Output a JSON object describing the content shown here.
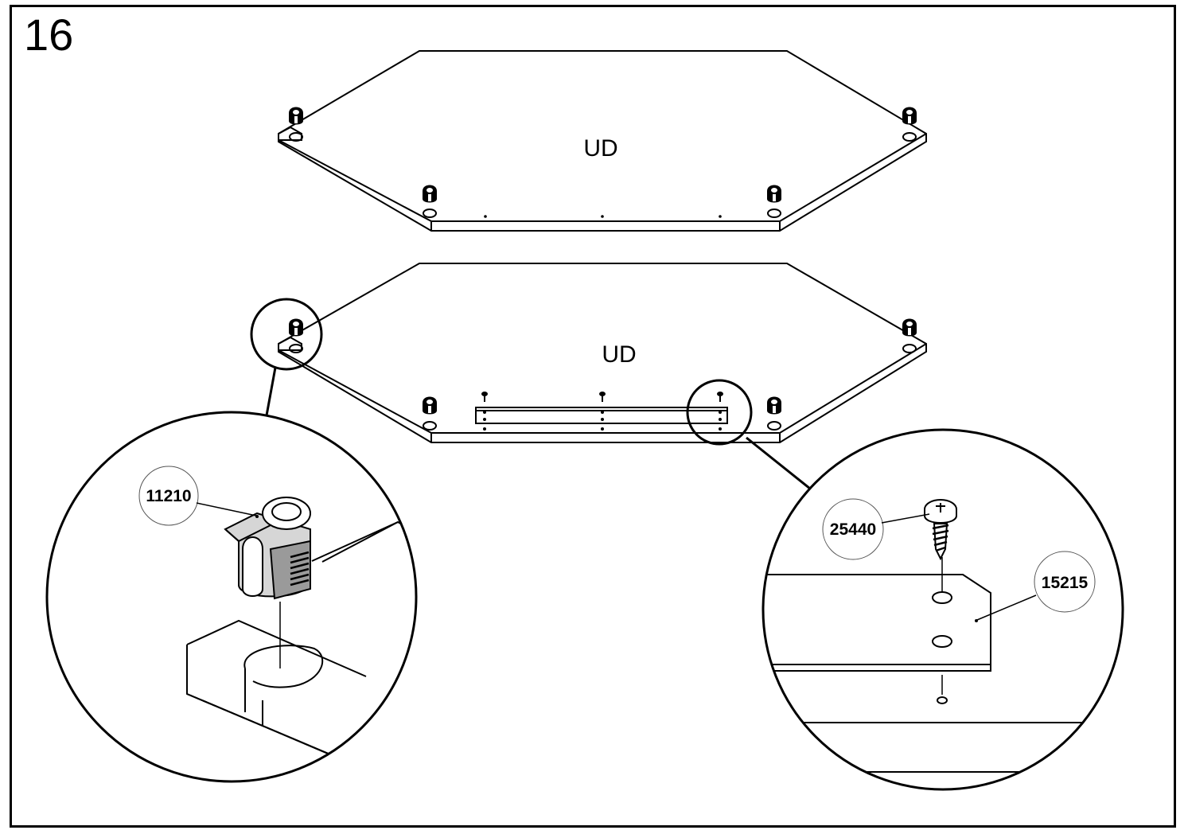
{
  "step": {
    "number": "16"
  },
  "panels": {
    "upper": {
      "label": "UD"
    },
    "lower": {
      "label": "UD"
    }
  },
  "parts": {
    "cam_lock": {
      "number": "11210"
    },
    "screw": {
      "number": "25440"
    },
    "bracket": {
      "number": "15215"
    }
  },
  "colors": {
    "line": "#000000",
    "background": "#ffffff",
    "part_shade": "#bdbdbd"
  }
}
